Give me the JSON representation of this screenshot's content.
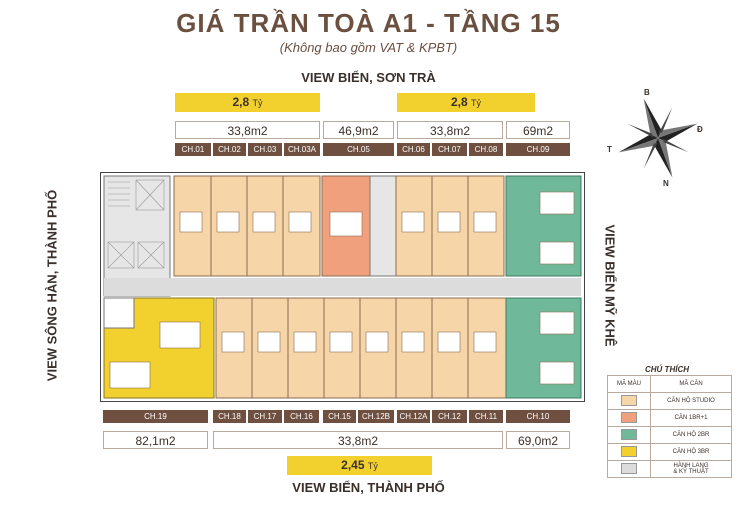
{
  "title": "GIÁ TRẦN TOÀ A1 - TẦNG 15",
  "subtitle": "(Không bao gồm VAT & KPBT)",
  "views": {
    "top": "VIEW BIỂN, SƠN TRÀ",
    "bottom": "VIEW BIỂN, THÀNH PHỐ",
    "left": "VIEW SÔNG HÀN, THÀNH PHỐ",
    "right": "VIEW BIỂN MỸ KHÊ"
  },
  "prices": {
    "top_left": {
      "value": "2,8",
      "unit": "Tỷ"
    },
    "top_right": {
      "value": "2,8",
      "unit": "Tỷ"
    },
    "bottom": {
      "value": "2,45",
      "unit": "Tỷ"
    }
  },
  "areas_top": [
    "33,8m2",
    "46,9m2",
    "33,8m2",
    "69m2"
  ],
  "areas_bottom": [
    "82,1m2",
    "33,8m2",
    "69,0m2"
  ],
  "units_top": [
    "CH.01",
    "CH.02",
    "CH.03",
    "CH.03A",
    "CH.05",
    "CH.06",
    "CH.07",
    "CH.08",
    "CH.09"
  ],
  "units_bottom": [
    "CH.19",
    "CH.18",
    "CH.17",
    "CH.16",
    "CH.15",
    "CH.12B",
    "CH.12A",
    "CH.12",
    "CH.11",
    "CH.10"
  ],
  "compass": {
    "n": "B",
    "e": "Đ",
    "s": "N",
    "w": "T"
  },
  "legend": {
    "title": "CHÚ THÍCH",
    "col_color": "MÃ MÀU",
    "col_type": "MÃ CĂN",
    "items": [
      {
        "label": "CĂN HỘ STUDIO",
        "color": "#f6d5a8"
      },
      {
        "label": "CĂN 1BR+1",
        "color": "#f0a07c"
      },
      {
        "label": "CĂN HỘ 2BR",
        "color": "#6fb99a"
      },
      {
        "label": "CĂN HỘ 3BR",
        "color": "#f2d02e"
      },
      {
        "label_1": "HÀNH LANG",
        "label_2": "& KỸ THUẬT",
        "color": "#dcdcdc"
      }
    ]
  },
  "colors": {
    "studio": "#f6d5a8",
    "one_br": "#f0a07c",
    "two_br": "#6fb99a",
    "three_br": "#f2d02e",
    "corridor": "#dcdcdc",
    "label_bg": "#6f5040"
  }
}
